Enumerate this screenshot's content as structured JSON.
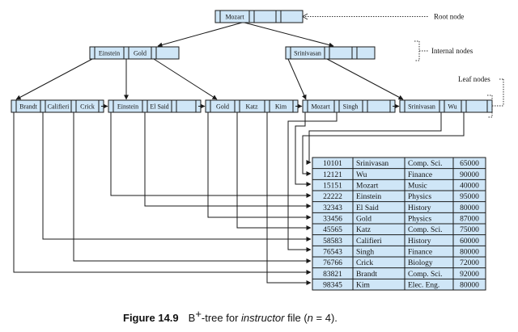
{
  "labels": {
    "root": "Root node",
    "internal": "Internal nodes",
    "leaf": "Leaf nodes"
  },
  "root_node": {
    "keys": [
      "Mozart"
    ]
  },
  "internal_nodes": [
    {
      "keys": [
        "Einstein",
        "Gold"
      ]
    },
    {
      "keys": [
        "Srinivasan"
      ]
    }
  ],
  "leaf_nodes": [
    {
      "keys": [
        "Brandt",
        "Califieri",
        "Crick"
      ]
    },
    {
      "keys": [
        "Einstein",
        "El Said"
      ]
    },
    {
      "keys": [
        "Gold",
        "Katz",
        "Kim"
      ]
    },
    {
      "keys": [
        "Mozart",
        "Singh"
      ]
    },
    {
      "keys": [
        "Srinivasan",
        "Wu"
      ]
    }
  ],
  "table": {
    "rows": [
      [
        "10101",
        "Srinivasan",
        "Comp. Sci.",
        "65000"
      ],
      [
        "12121",
        "Wu",
        "Finance",
        "90000"
      ],
      [
        "15151",
        "Mozart",
        "Music",
        "40000"
      ],
      [
        "22222",
        "Einstein",
        "Physics",
        "95000"
      ],
      [
        "32343",
        "El Said",
        "History",
        "80000"
      ],
      [
        "33456",
        "Gold",
        "Physics",
        "87000"
      ],
      [
        "45565",
        "Katz",
        "Comp. Sci.",
        "75000"
      ],
      [
        "58583",
        "Califieri",
        "History",
        "60000"
      ],
      [
        "76543",
        "Singh",
        "Finance",
        "80000"
      ],
      [
        "76766",
        "Crick",
        "Biology",
        "72000"
      ],
      [
        "83821",
        "Brandt",
        "Comp. Sci.",
        "92000"
      ],
      [
        "98345",
        "Kim",
        "Elec. Eng.",
        "80000"
      ]
    ]
  },
  "caption": {
    "figure": "Figure 14.9",
    "text_before": "B",
    "superscript": "+",
    "text_middle": "-tree for ",
    "italic": "instructor",
    "text_after": " file (",
    "n_var": "n",
    "text_end": " = 4)."
  }
}
